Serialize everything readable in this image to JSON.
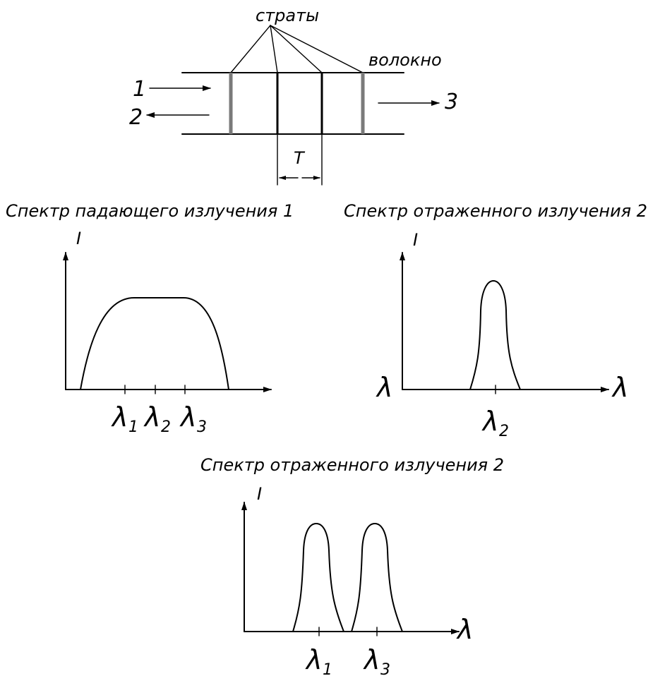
{
  "fiber": {
    "strata_label": "страты",
    "fiber_label": "волокно",
    "input_label": "1",
    "reflected_label": "2",
    "transmitted_label": "3",
    "period_label": "T"
  },
  "plot_incident": {
    "title": "Спектр падающего излучения 1",
    "y_axis": "I",
    "ticks": [
      {
        "symbol": "λ",
        "index": "1"
      },
      {
        "symbol": "λ",
        "index": "2"
      },
      {
        "symbol": "λ",
        "index": "3"
      }
    ]
  },
  "plot_reflected_single": {
    "title": "Спектр отраженного излучения 2",
    "y_axis": "I",
    "x_axis": "λ",
    "side_label": "λ",
    "ticks": [
      {
        "symbol": "λ",
        "index": "2"
      }
    ]
  },
  "plot_reflected_double": {
    "title": "Спектр отраженного излучения 2",
    "y_axis": "I",
    "x_axis": "λ",
    "ticks": [
      {
        "symbol": "λ",
        "index": "1"
      },
      {
        "symbol": "λ",
        "index": "3"
      }
    ]
  }
}
